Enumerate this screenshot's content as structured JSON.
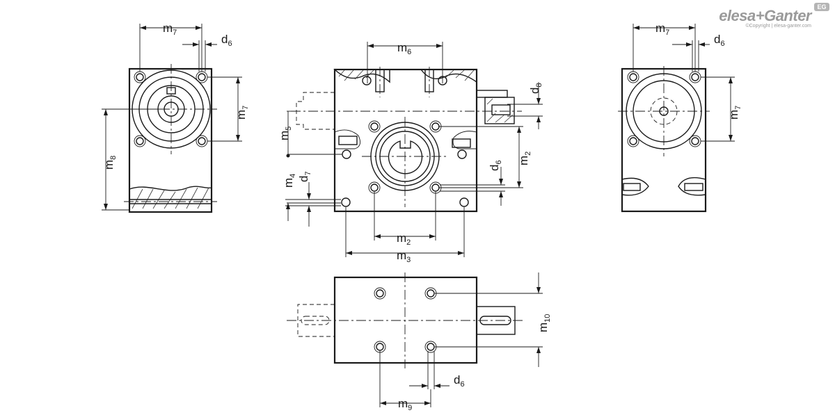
{
  "brand": {
    "name": "elesa+Ganter",
    "copyright": "©Copyright | elesa-ganter.com",
    "badge": "EG"
  },
  "dimensions": {
    "m2": {
      "base": "m",
      "sub": "2"
    },
    "m3": {
      "base": "m",
      "sub": "3"
    },
    "m4": {
      "base": "m",
      "sub": "4"
    },
    "m5": {
      "base": "m",
      "sub": "5"
    },
    "m6": {
      "base": "m",
      "sub": "6"
    },
    "m7": {
      "base": "m",
      "sub": "7"
    },
    "m8": {
      "base": "m",
      "sub": "8"
    },
    "m9": {
      "base": "m",
      "sub": "9"
    },
    "m10": {
      "base": "m",
      "sub": "10"
    },
    "d6": {
      "base": "d",
      "sub": "6"
    },
    "d7": {
      "base": "d",
      "sub": "7"
    },
    "d8": {
      "base": "d",
      "sub": "8"
    }
  }
}
